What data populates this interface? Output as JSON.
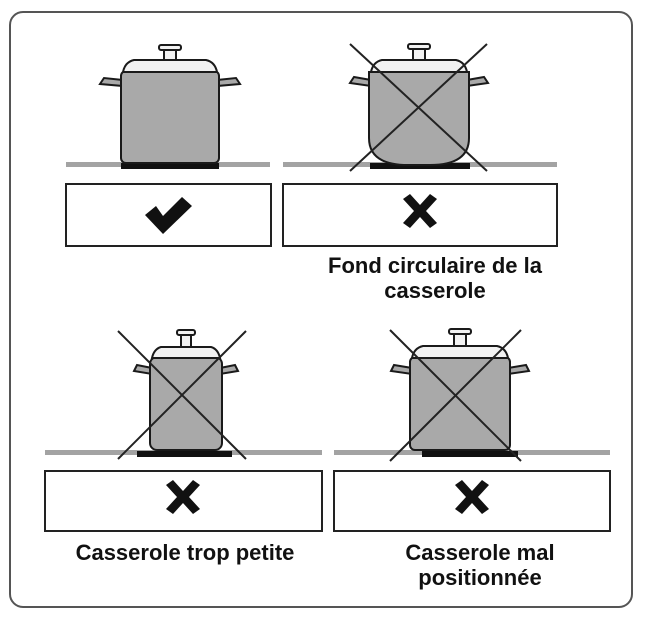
{
  "scenes": [
    {
      "status": "correct",
      "mark_icon": "check-icon",
      "caption": []
    },
    {
      "status": "incorrect",
      "mark_icon": "cross-icon",
      "caption": [
        "Fond circulaire de la",
        "casserole"
      ]
    },
    {
      "status": "incorrect",
      "mark_icon": "cross-icon",
      "caption": [
        "Casserole trop petite"
      ]
    },
    {
      "status": "incorrect",
      "mark_icon": "cross-icon",
      "caption": [
        "Casserole mal",
        "positionnée"
      ]
    }
  ],
  "colors": {
    "pot_body": "#a9a9a9",
    "lid": "#f2f2f2",
    "outline": "#1a1a1a",
    "hob_surface": "#a3a3a3",
    "cooking_zone": "#111111",
    "frame": "#555555"
  }
}
